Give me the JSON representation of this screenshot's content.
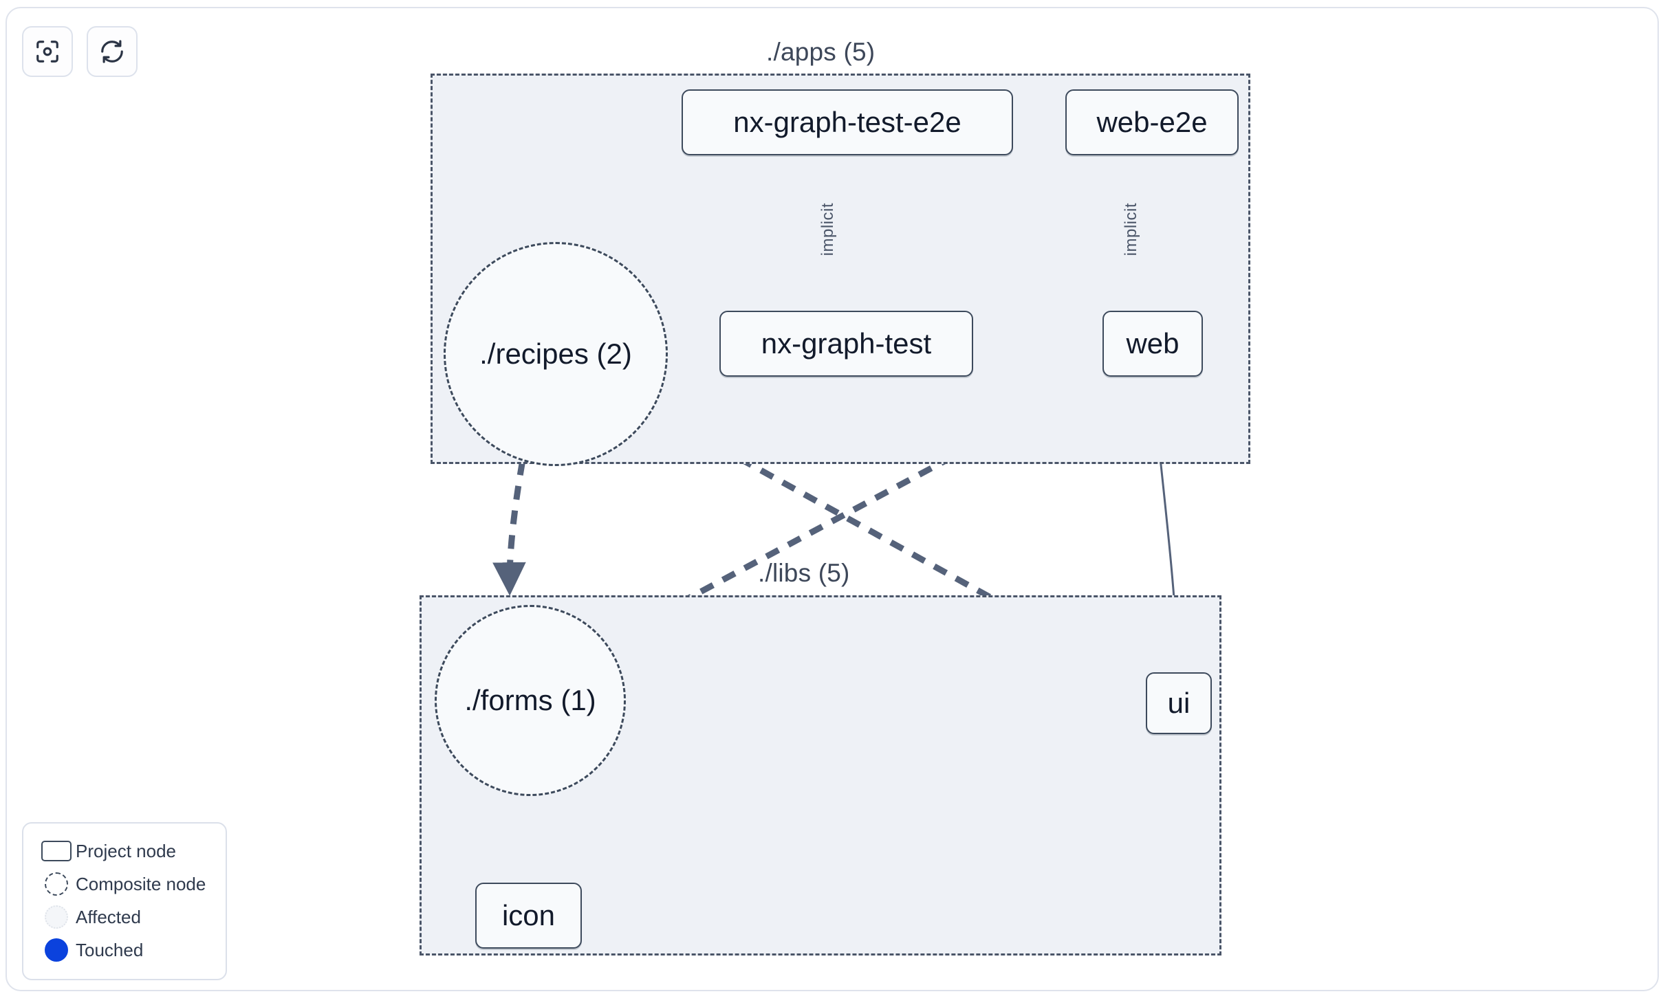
{
  "toolbar": {
    "buttons": [
      {
        "name": "focus-graph-button",
        "icon": "focus-target-icon",
        "label": ""
      },
      {
        "name": "refresh-graph-button",
        "icon": "refresh-icon",
        "label": ""
      }
    ]
  },
  "graph": {
    "groups": [
      {
        "id": "apps",
        "label": "./apps (5)"
      },
      {
        "id": "libs",
        "label": "./libs (5)"
      }
    ],
    "nodes": [
      {
        "id": "nx-graph-test-e2e",
        "label": "nx-graph-test-e2e",
        "type": "project",
        "group": "apps"
      },
      {
        "id": "web-e2e",
        "label": "web-e2e",
        "type": "project",
        "group": "apps"
      },
      {
        "id": "recipes",
        "label": "./recipes (2)",
        "type": "composite",
        "group": "apps"
      },
      {
        "id": "nx-graph-test",
        "label": "nx-graph-test",
        "type": "project",
        "group": "apps"
      },
      {
        "id": "web",
        "label": "web",
        "type": "project",
        "group": "apps"
      },
      {
        "id": "forms",
        "label": "./forms (1)",
        "type": "composite",
        "group": "libs"
      },
      {
        "id": "ui",
        "label": "ui",
        "type": "project",
        "group": "libs"
      },
      {
        "id": "icon",
        "label": "icon",
        "type": "project",
        "group": "libs"
      }
    ],
    "edges": [
      {
        "from": "nx-graph-test-e2e",
        "to": "nx-graph-test",
        "label": "implicit",
        "style": "solid"
      },
      {
        "from": "web-e2e",
        "to": "web",
        "label": "implicit",
        "style": "solid"
      },
      {
        "from": "recipes",
        "to": "forms",
        "label": "",
        "style": "dashed"
      },
      {
        "from": "recipes",
        "to": "ui",
        "label": "",
        "style": "dashed"
      },
      {
        "from": "web",
        "to": "forms",
        "label": "",
        "style": "dashed"
      },
      {
        "from": "web",
        "to": "ui",
        "label": "",
        "style": "solid"
      },
      {
        "from": "forms",
        "to": "icon",
        "label": "",
        "style": "dashed"
      }
    ]
  },
  "legend": {
    "items": [
      {
        "swatch": "project-node-swatch",
        "label": "Project node"
      },
      {
        "swatch": "composite-node-swatch",
        "label": "Composite node"
      },
      {
        "swatch": "affected-swatch",
        "label": "Affected"
      },
      {
        "swatch": "touched-swatch",
        "label": "Touched"
      }
    ]
  },
  "colors": {
    "group_fill": "#eef1f6",
    "group_border": "#4a5568",
    "node_fill": "#f8fafc",
    "node_border": "#3d4a5c",
    "edge": "#55627a",
    "touched": "#0b42dd",
    "text": "#121a2b"
  }
}
